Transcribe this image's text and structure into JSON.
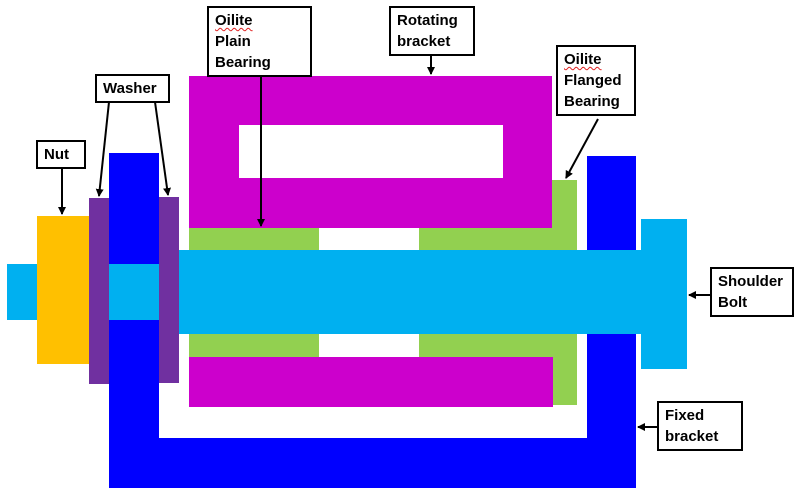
{
  "labels": {
    "oilite_plain": {
      "line1_brand": "Oilite",
      "line1_rest": " Plain",
      "line2": "Bearing"
    },
    "rotating": {
      "line1": "Rotating",
      "line2": "bracket"
    },
    "washer": {
      "line1": "Washer"
    },
    "oilite_flanged": {
      "line1_brand": "Oilite",
      "line2": "Flanged",
      "line3": "Bearing"
    },
    "nut": {
      "line1": "Nut"
    },
    "shoulder_bolt": {
      "line1": "Shoulder",
      "line2": "Bolt"
    },
    "fixed": {
      "line1": "Fixed",
      "line2": "bracket"
    }
  },
  "colors": {
    "nut": "#ffc000",
    "washer": "#7030a0",
    "fixed_bracket": "#0000ff",
    "rotating_bracket": "#cc00cc",
    "bearing": "#92d050",
    "bolt": "#00b0f0",
    "spell_underline": "#e02020"
  }
}
